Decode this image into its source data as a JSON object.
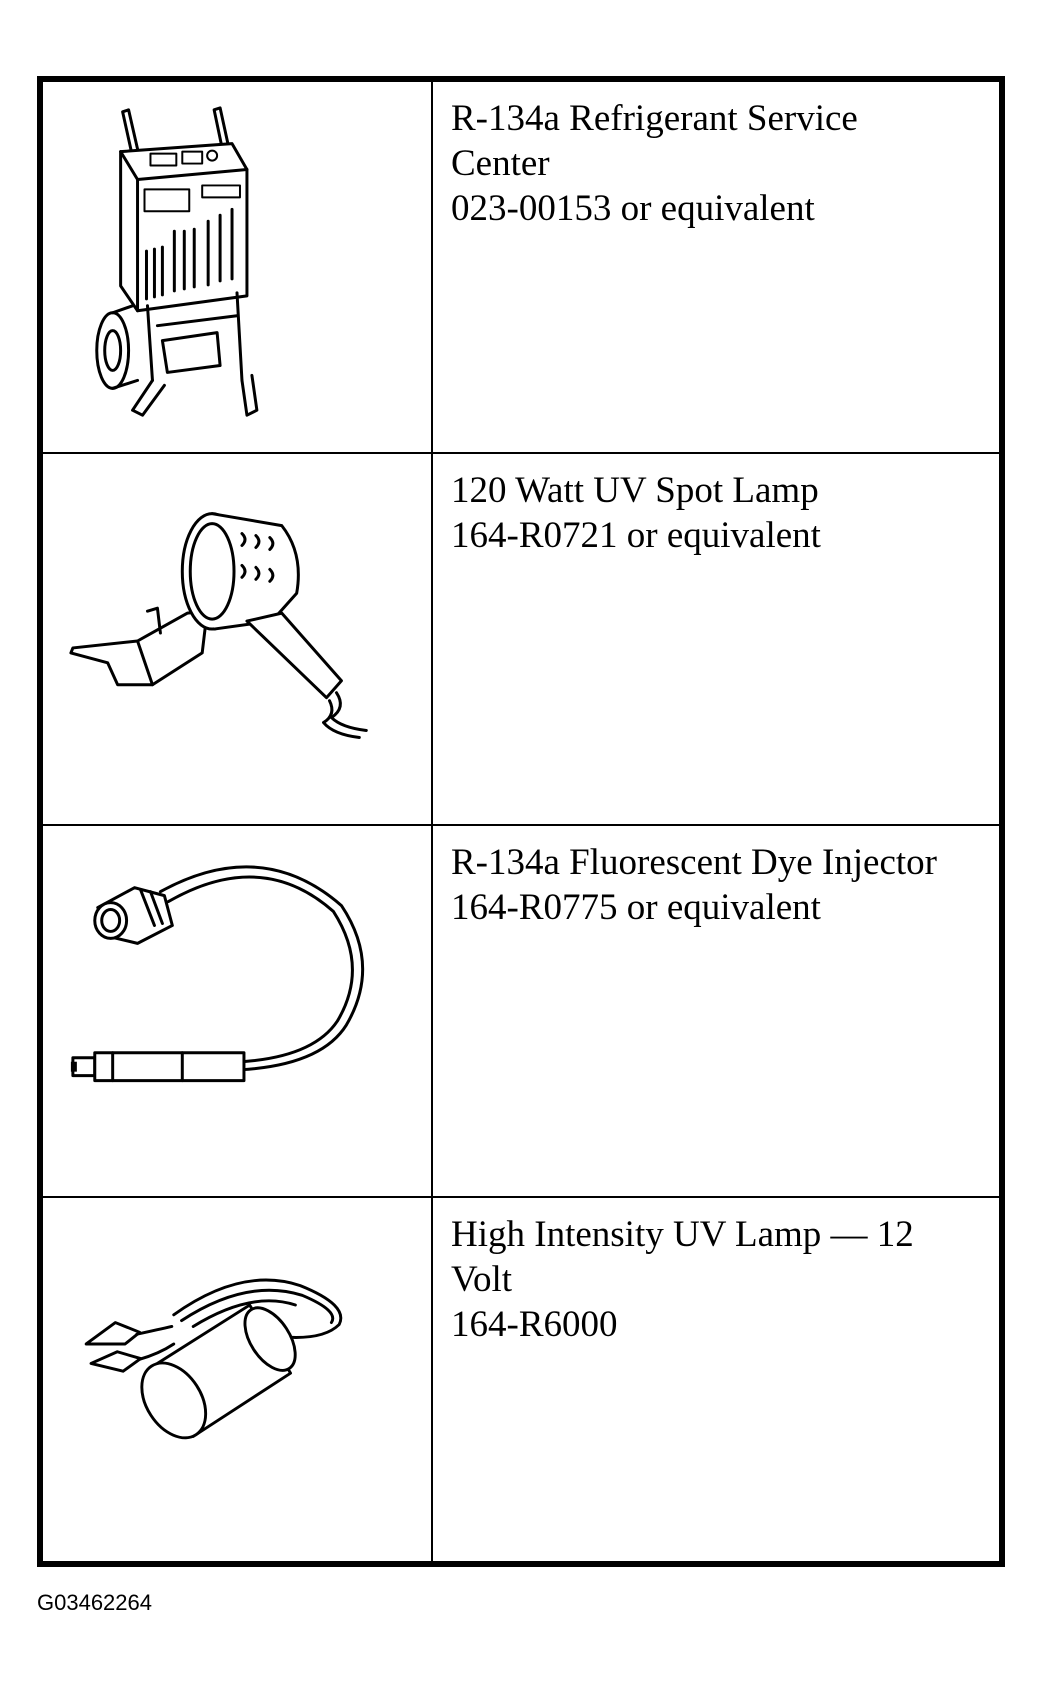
{
  "tools": [
    {
      "icon": "refrigerant-service-center-icon",
      "name_lines": [
        "R-134a Refrigerant Service",
        "Center"
      ],
      "part": "023-00153 or equivalent"
    },
    {
      "icon": "uv-spot-lamp-icon",
      "name_lines": [
        "120 Watt UV Spot Lamp"
      ],
      "part": "164-R0721 or equivalent"
    },
    {
      "icon": "dye-injector-icon",
      "name_lines": [
        "R-134a Fluorescent Dye Injector"
      ],
      "part": "164-R0775 or equivalent"
    },
    {
      "icon": "high-intensity-uv-lamp-icon",
      "name_lines": [
        "High Intensity UV Lamp — 12",
        "Volt"
      ],
      "part": "164-R6000"
    }
  ],
  "figure_id": "G03462264"
}
